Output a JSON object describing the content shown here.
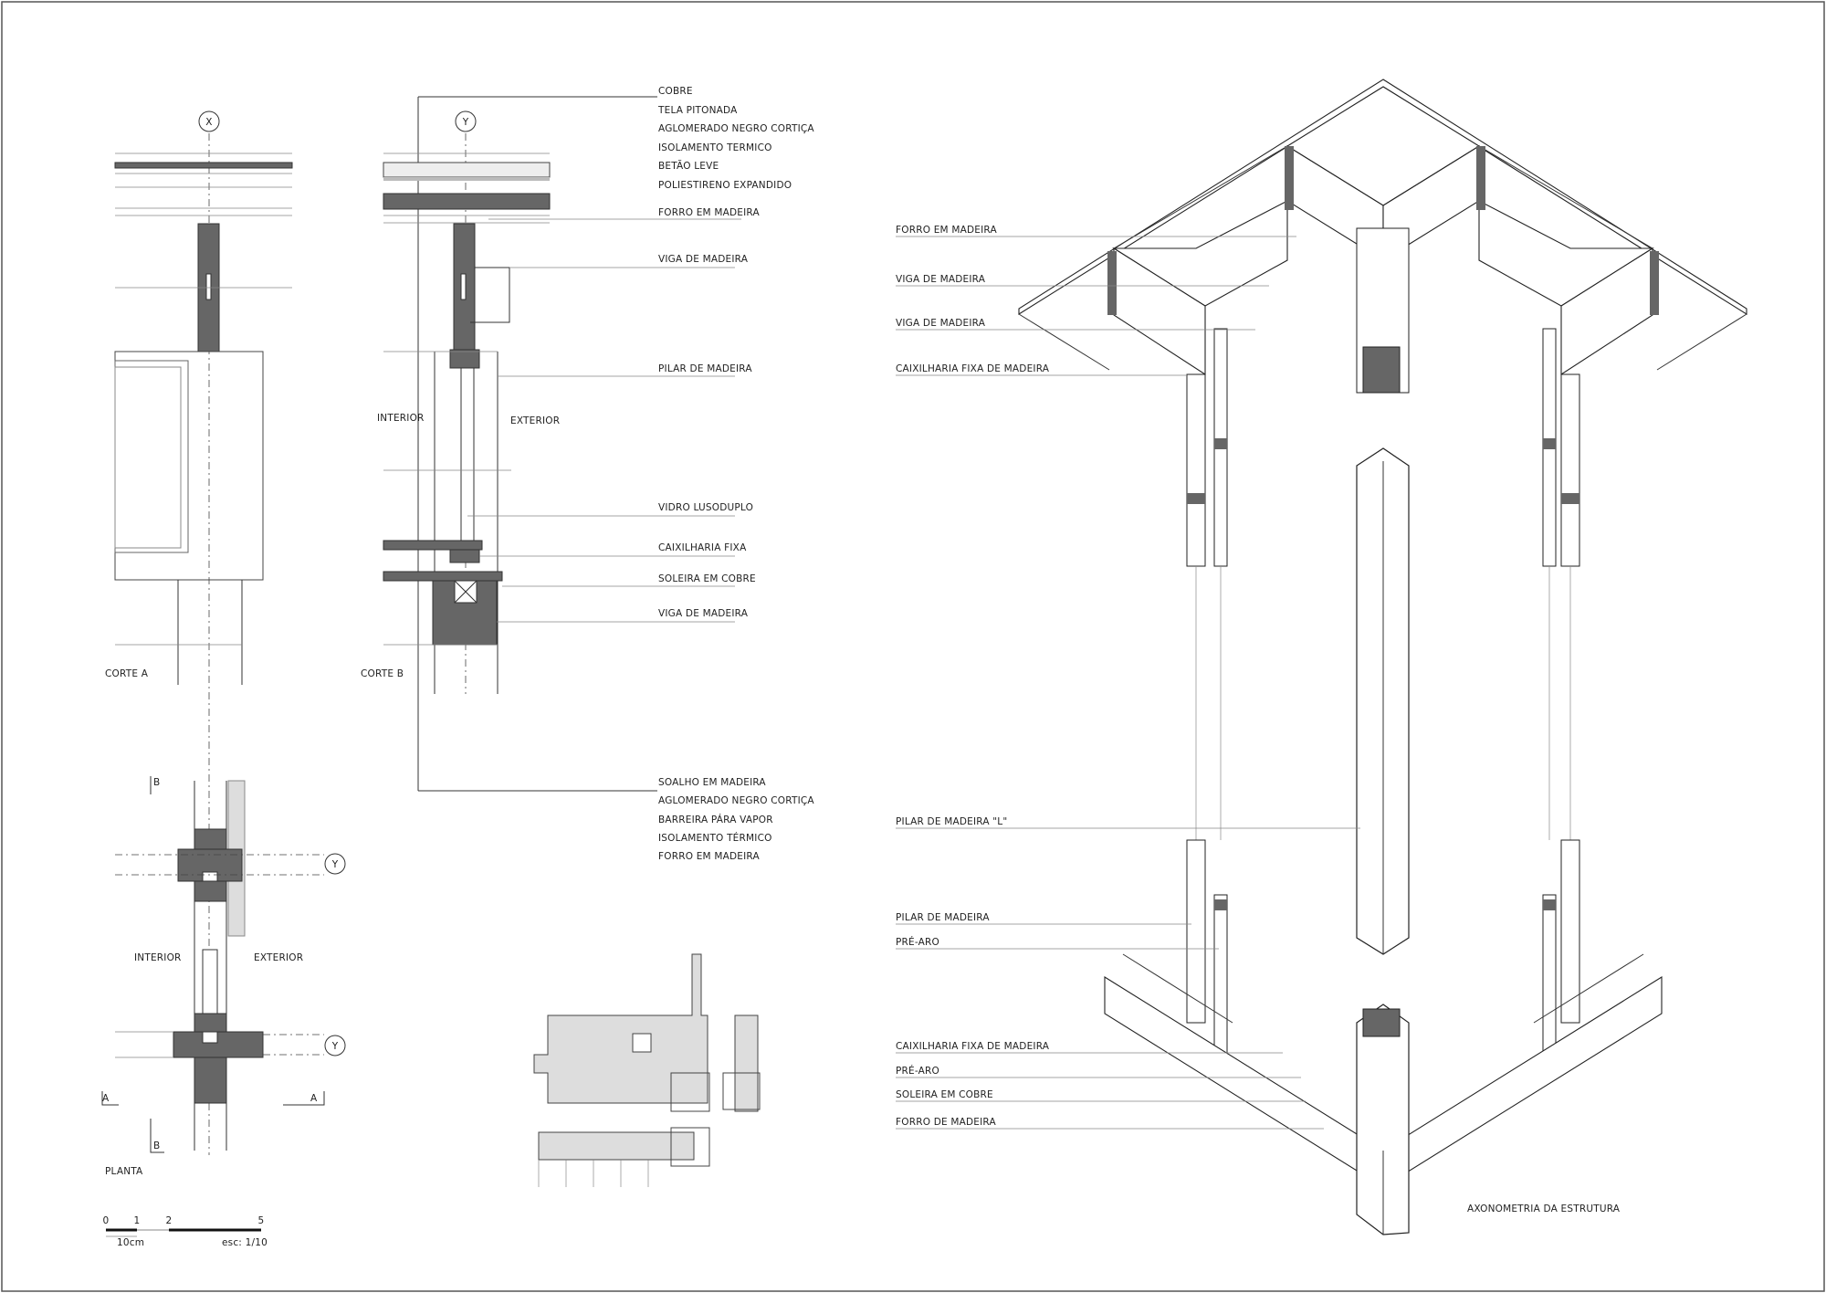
{
  "axes": {
    "x": "X",
    "y": "Y"
  },
  "corte_a": {
    "title": "CORTE A"
  },
  "corte_b": {
    "title": "CORTE B",
    "interior": "INTERIOR",
    "exterior": "EXTERIOR",
    "roof_layers": [
      "COBRE",
      "TELA PITONADA",
      "AGLOMERADO NEGRO CORTIÇA",
      "ISOLAMENTO TERMICO",
      "BETÃO LEVE",
      "POLIESTIRENO EXPANDIDO",
      "FORRO EM MADEIRA"
    ],
    "side_labels": [
      "VIGA DE MADEIRA",
      "PILAR DE MADEIRA",
      "VIDRO LUSODUPLO",
      "CAIXILHARIA FIXA",
      "SOLEIRA EM COBRE",
      "VIGA DE MADEIRA"
    ],
    "floor_layers": [
      "SOALHO EM MADEIRA",
      "AGLOMERADO NEGRO CORTIÇA",
      "BARREIRA PÁRA VAPOR",
      "ISOLAMENTO TÉRMICO",
      "FORRO EM MADEIRA"
    ]
  },
  "planta": {
    "title": "PLANTA",
    "interior": "INTERIOR",
    "exterior": "EXTERIOR",
    "section_marks": {
      "a": "A",
      "b": "B"
    }
  },
  "scale_bar": {
    "ticks": [
      "0",
      "1",
      "2",
      "5"
    ],
    "unit": "10cm",
    "scale": "esc:  1/10"
  },
  "axonometry": {
    "title": "AXONOMETRIA DA ESTRUTURA",
    "top_labels": [
      "FORRO EM MADEIRA",
      "VIGA DE MADEIRA",
      "VIGA DE MADEIRA",
      "CAIXILHARIA FIXA DE MADEIRA"
    ],
    "mid_labels": [
      "PILAR DE MADEIRA  \"L\"",
      "PILAR DE MADEIRA",
      "PRÉ-ARO"
    ],
    "bottom_labels": [
      "CAIXILHARIA FIXA DE MADEIRA",
      "PRÉ-ARO",
      "SOLEIRA EM COBRE",
      "FORRO DE MADEIRA"
    ]
  }
}
